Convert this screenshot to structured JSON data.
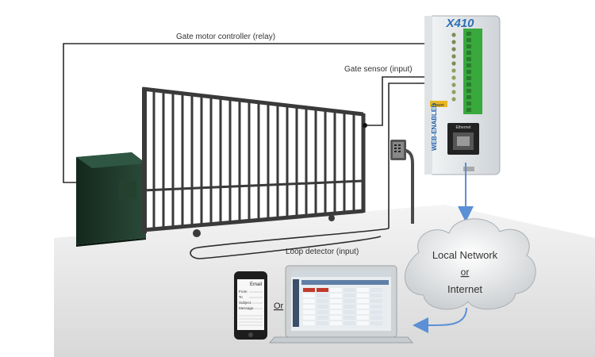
{
  "labels": {
    "motor": "Gate motor controller (relay)",
    "sensor": "Gate sensor (input)",
    "loop": "Loop detector (input)"
  },
  "device": {
    "brand": "X410",
    "side_text": "WEB-ENABLED",
    "power": "Power",
    "ethernet": "Ethernet"
  },
  "cloud": {
    "line1": "Local Network",
    "line2": "or",
    "line3": "Internet"
  },
  "or_text": "Or",
  "phone": {
    "header": "Email",
    "rows": [
      "From",
      "To",
      "Subject",
      "Message"
    ]
  },
  "colors": {
    "wire": "#2b2b2b",
    "arrow": "#5b8fd6",
    "terminal_green": "#39a83d",
    "motor_box": "#1d3a2c"
  }
}
